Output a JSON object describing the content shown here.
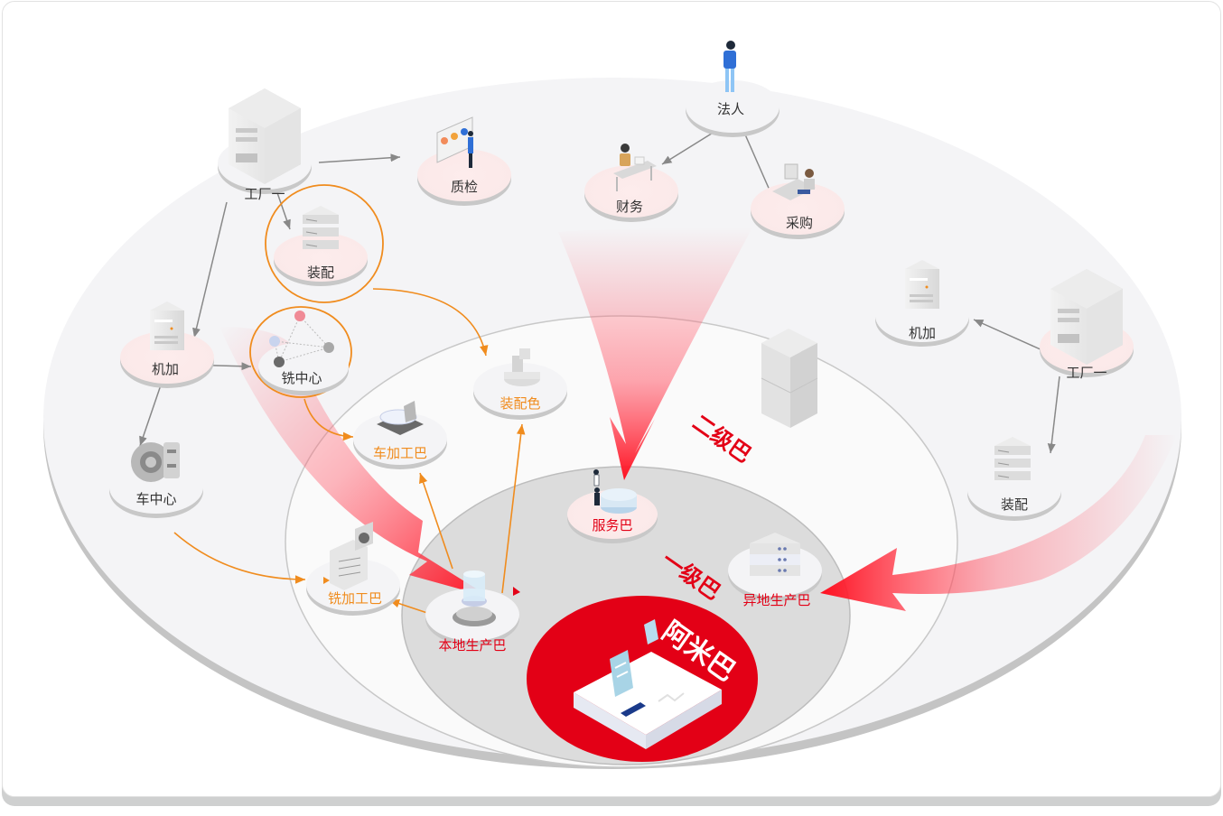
{
  "diagram": {
    "outer_ring": {
      "nodes": {
        "factory_left": {
          "label": "工厂一",
          "icon": "server-tower-icon"
        },
        "quality_check": {
          "label": "质检",
          "icon": "presentation-board-icon"
        },
        "legal_person": {
          "label": "法人",
          "icon": "person-standing-icon"
        },
        "finance": {
          "label": "财务",
          "icon": "desk-worker-icon"
        },
        "procurement": {
          "label": "采购",
          "icon": "desk-worker-icon"
        },
        "assembly_left": {
          "label": "装配",
          "icon": "stacked-layers-icon"
        },
        "machining_left": {
          "label": "机加",
          "icon": "server-small-icon"
        },
        "milling_center": {
          "label": "铣中心",
          "icon": "network-nodes-icon"
        },
        "turning_center": {
          "label": "车中心",
          "icon": "gear-icon"
        },
        "factory_right": {
          "label": "工厂一",
          "icon": "server-tower-icon"
        },
        "machining_right": {
          "label": "机加",
          "icon": "server-small-icon"
        },
        "assembly_right": {
          "label": "装配",
          "icon": "stacked-layers-icon"
        }
      }
    },
    "second_ring": {
      "level_label": "二级巴",
      "nodes": {
        "assembly_ba": {
          "label": "装配色",
          "icon": "blocks-icon"
        },
        "turning_ba": {
          "label": "车加工巴",
          "icon": "lathe-icon"
        },
        "milling_ba": {
          "label": "铣加工巴",
          "icon": "document-chart-icon"
        }
      }
    },
    "first_ring": {
      "level_label": "一级巴",
      "nodes": {
        "service_ba": {
          "label": "服务巴",
          "icon": "people-database-icon"
        },
        "local_production_ba": {
          "label": "本地生产巴",
          "icon": "beaker-icon"
        },
        "remote_production_ba": {
          "label": "异地生产巴",
          "icon": "server-rack-icon"
        }
      }
    },
    "core": {
      "label": "阿米巴",
      "icon": "printer-device-icon"
    },
    "colors": {
      "accent_red": "#e30016",
      "orange": "#f08c1e",
      "label_gray": "#333333",
      "arrow_gray": "#888888"
    }
  }
}
